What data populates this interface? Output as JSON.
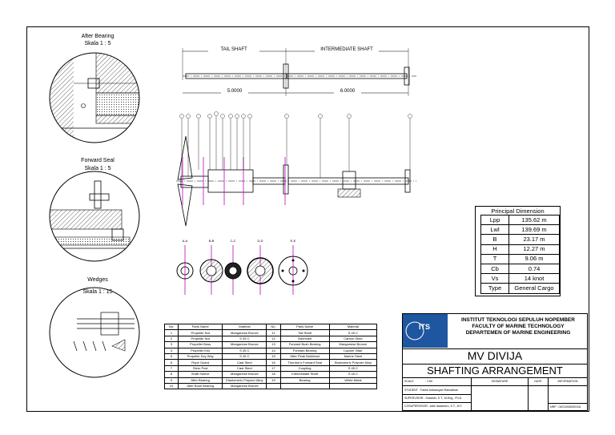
{
  "views": {
    "after_bearing": {
      "title": "After Bearing",
      "scale": "Skala 1 : 5"
    },
    "forward_seal": {
      "title": "Forward Seal",
      "scale": "Skala 1 : 5"
    },
    "wedges": {
      "title": "Wedges",
      "scale": "Skala 1 : 15"
    }
  },
  "shaft": {
    "tail_label": "TAIL SHAFT",
    "intermediate_label": "INTERMEDIATE SHAFT",
    "tail_length": "5.0000",
    "intermediate_length": "6.0000"
  },
  "sections": [
    "A-A",
    "B-B",
    "C-C",
    "D-D",
    "E-E"
  ],
  "parts_table": {
    "headers": [
      "No.",
      "Parts Name",
      "Material",
      "No.",
      "Parts Name",
      "Material"
    ],
    "rows": [
      [
        "1",
        "Propeller Nut",
        "Manganese Bronze",
        "11",
        "Tail Shaft",
        "S 45 C"
      ],
      [
        "2",
        "Propeller Nut",
        "S 45 C",
        "12",
        "Sterntube",
        "Carbon Steel"
      ],
      [
        "3",
        "Propeller Boss",
        "Manganese Bronze",
        "13",
        "Forward Bush Bearing",
        "Manganese Bronze"
      ],
      [
        "4",
        "Propeller Key",
        "S 45 C",
        "14",
        "Forward Bearing",
        "Lignum Vitae"
      ],
      [
        "5",
        "Propeller Key Way",
        "S 45 C",
        "15",
        "After Peak Bulkhead",
        "Marine Steel"
      ],
      [
        "6",
        "Rope Guard",
        "Cast Steel",
        "16",
        "Thordon's Forward Seal",
        "Elastomeric Polymer Alloy"
      ],
      [
        "7",
        "Stern Post",
        "Cast Steel",
        "17",
        "Coupling",
        "S 45 C"
      ],
      [
        "8",
        "Shaft Sleeve",
        "Manganese Bronze",
        "18",
        "Intermediate Shaft",
        "S 45 C"
      ],
      [
        "9",
        "After Bearing",
        "Elastomeric Polymer Alloy",
        "19",
        "Bearing",
        "White Metal"
      ],
      [
        "10",
        "After Bush Bearing",
        "Manganese Bronze",
        "",
        "",
        ""
      ]
    ]
  },
  "principal_dimension": {
    "title": "Principal Dimension",
    "rows": [
      [
        "Lpp",
        "135.62 m"
      ],
      [
        "Lwl",
        "139.69 m"
      ],
      [
        "B",
        "23.17 m"
      ],
      [
        "H",
        "12.27 m"
      ],
      [
        "T",
        "9.06 m"
      ],
      [
        "Cb",
        "0.74"
      ],
      [
        "Vs",
        "14 knot"
      ],
      [
        "Type",
        "General Cargo"
      ]
    ]
  },
  "title_block": {
    "institute": "INSTITUT TEKNOLOGI SEPULUH NOPEMBER",
    "faculty": "FACULTY OF MARINE TECHNOLOGY",
    "department": "DEPARTEMEN OF MARINE ENGINEERING",
    "logo_text": "ITS",
    "ship_name": "MV DIVIJA",
    "drawing_title": "SHAFTING ARRANGEMENT",
    "scale_label": "SCALE",
    "scale_value": ": 1:50",
    "signature_label": "SIGNATURE",
    "date_label": "DATE",
    "information_label": "INFORMATION",
    "student": "STUDENT      : Fakrie Ardiansyah Ramadhan",
    "supervisor": "SUPERVISOR : Sutarsih, S.T., M.Eng., Ph.D.",
    "cosupervisor": "COSUPERVISOR : Adhi Iswantoro, S.T., M.T.",
    "nrp": "NRP : 04211940000116"
  },
  "colors": {
    "line": "#000000",
    "accent": "#c000c0",
    "logo": "#1e56a0"
  }
}
